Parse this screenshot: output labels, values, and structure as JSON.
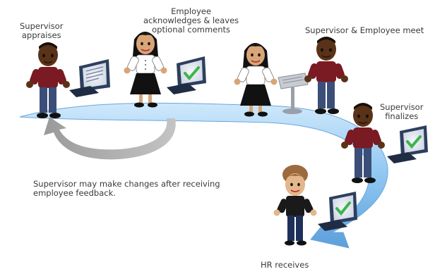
{
  "steps": {
    "appraise_line1": "Supervisor",
    "appraise_line2": "appraises",
    "acknowledge_line1": "Employee",
    "acknowledge_line2": "acknowledges & leaves",
    "acknowledge_line3": "optional comments",
    "meet": "Supervisor & Employee meet",
    "finalize_line1": "Supervisor",
    "finalize_line2": "finalizes",
    "hr": "HR receives"
  },
  "feedback_note": {
    "line1": "Supervisor may make changes after receiving",
    "line2": "employee feedback."
  },
  "colors": {
    "path": "#8fc7f2",
    "path_dark": "#4f8fcf",
    "return_arrow": "#a8a8a8",
    "supervisor_shirt": "#7a1a22",
    "employee_skirt": "#111111",
    "hr_shirt": "#1a1a1a",
    "monitor": "#2d3f5e",
    "check": "#3bb54a"
  }
}
